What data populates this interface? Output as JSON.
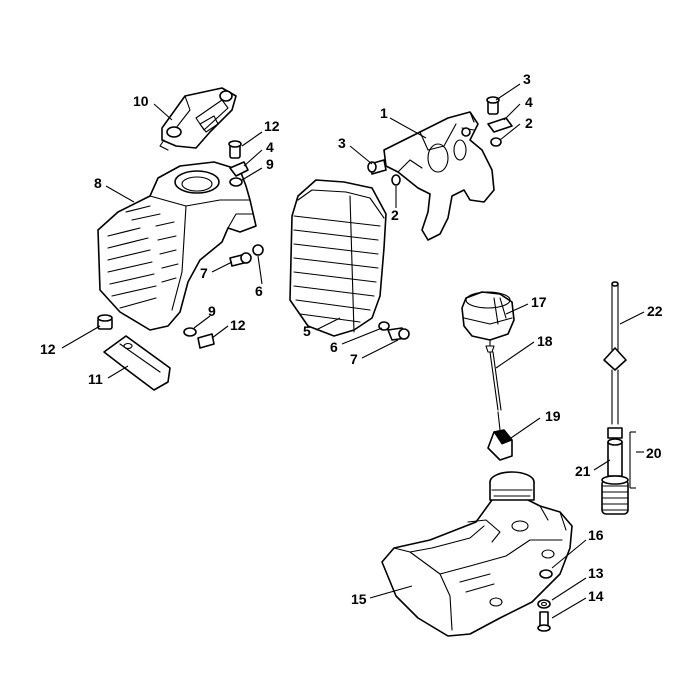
{
  "callouts": [
    {
      "id": "c1",
      "label": "1"
    },
    {
      "id": "c2a",
      "label": "2"
    },
    {
      "id": "c2b",
      "label": "2"
    },
    {
      "id": "c3a",
      "label": "3"
    },
    {
      "id": "c3b",
      "label": "3"
    },
    {
      "id": "c4a",
      "label": "4"
    },
    {
      "id": "c4b",
      "label": "4"
    },
    {
      "id": "c5",
      "label": "5"
    },
    {
      "id": "c6a",
      "label": "6"
    },
    {
      "id": "c6b",
      "label": "6"
    },
    {
      "id": "c7a",
      "label": "7"
    },
    {
      "id": "c7b",
      "label": "7"
    },
    {
      "id": "c8",
      "label": "8"
    },
    {
      "id": "c9a",
      "label": "9"
    },
    {
      "id": "c9b",
      "label": "9"
    },
    {
      "id": "c10",
      "label": "10"
    },
    {
      "id": "c11",
      "label": "11"
    },
    {
      "id": "c12a",
      "label": "12"
    },
    {
      "id": "c12b",
      "label": "12"
    },
    {
      "id": "c12c",
      "label": "12"
    },
    {
      "id": "c13",
      "label": "13"
    },
    {
      "id": "c14",
      "label": "14"
    },
    {
      "id": "c15",
      "label": "15"
    },
    {
      "id": "c16",
      "label": "16"
    },
    {
      "id": "c17",
      "label": "17"
    },
    {
      "id": "c18",
      "label": "18"
    },
    {
      "id": "c19",
      "label": "19"
    },
    {
      "id": "c20",
      "label": "20"
    },
    {
      "id": "c21",
      "label": "21"
    },
    {
      "id": "c22",
      "label": "22"
    }
  ]
}
